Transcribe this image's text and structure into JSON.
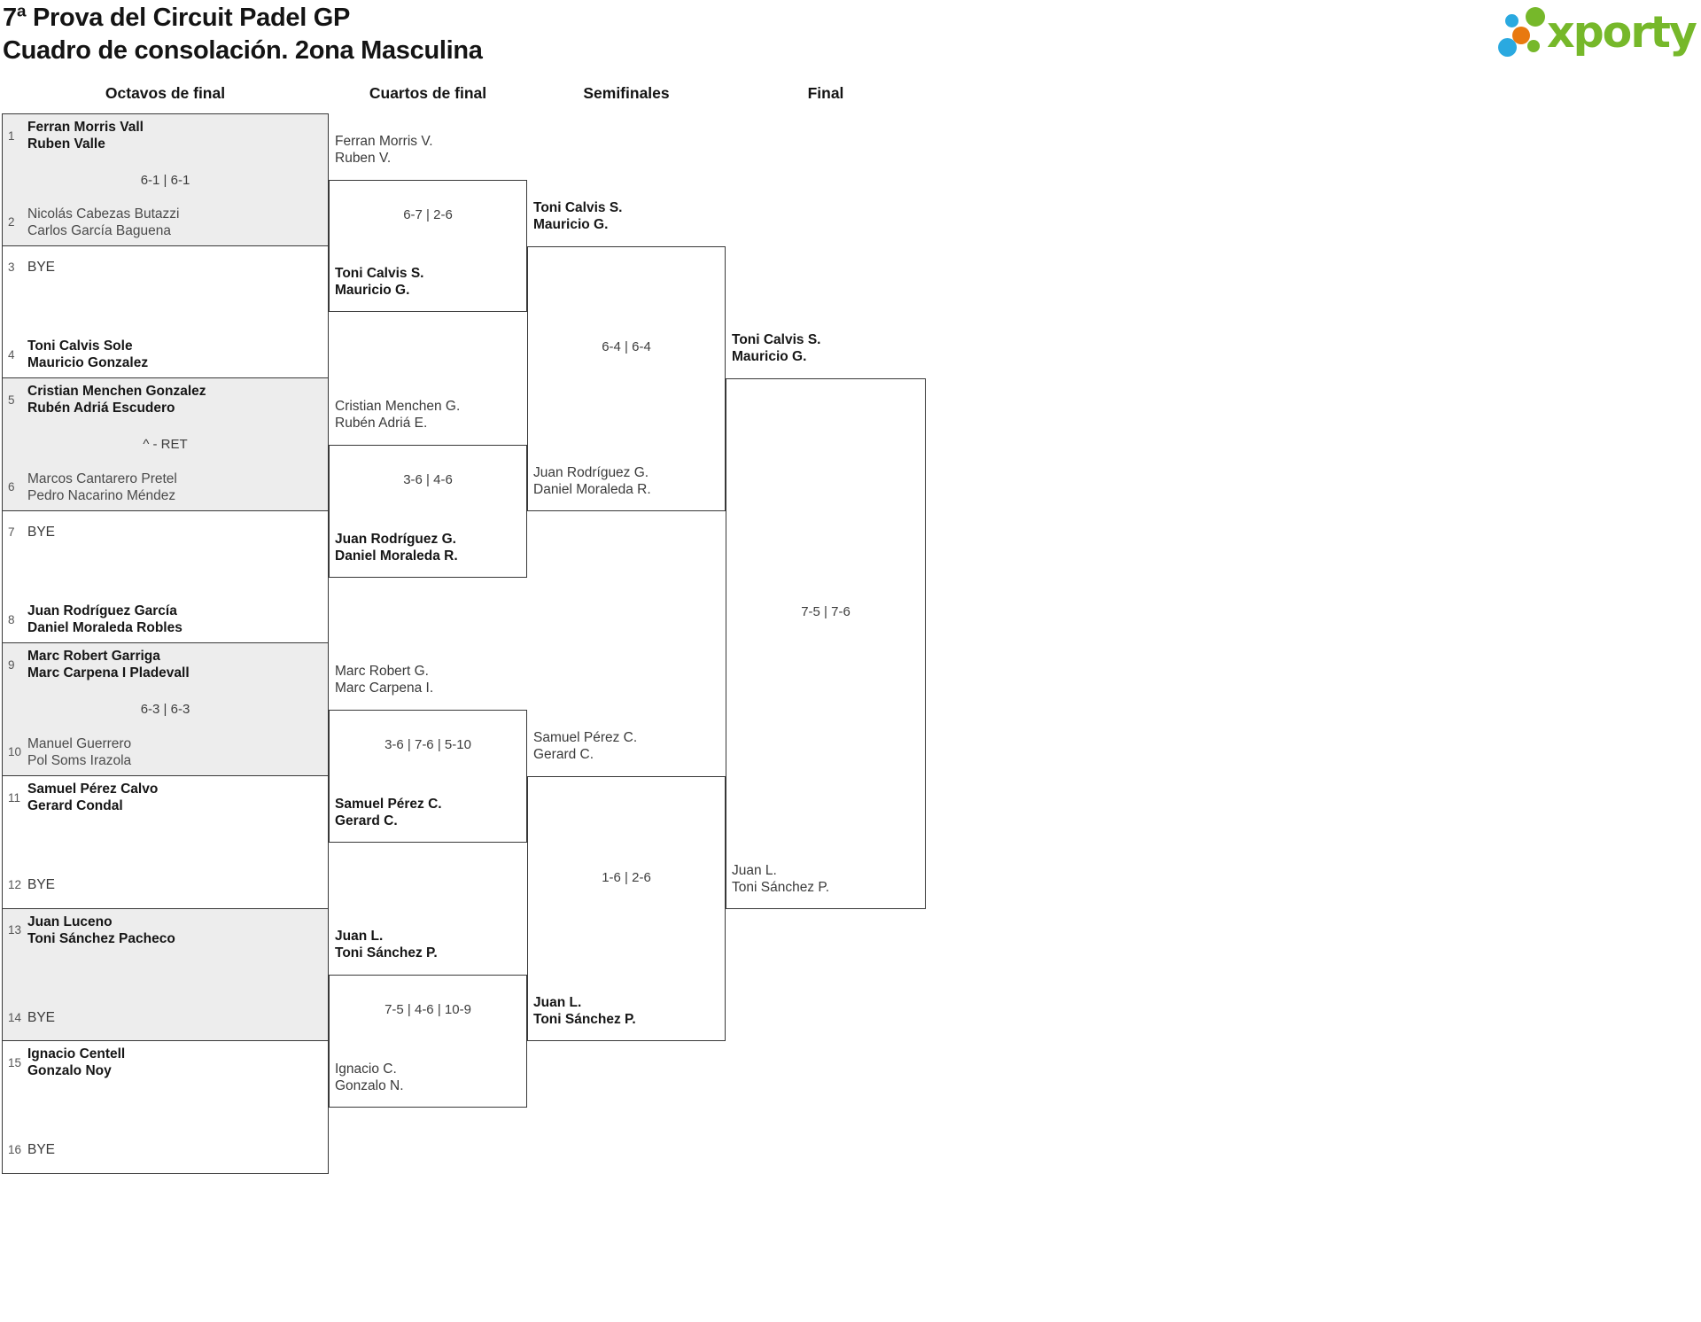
{
  "page": {
    "title_line1": "7ª Prova del Circuit Padel GP",
    "title_line2": "Cuadro de consolación. 2ona Masculina"
  },
  "logo": {
    "text": "xporty",
    "green": "#76b82a",
    "blue": "#2aa9e0",
    "orange": "#e8790f"
  },
  "round_headers": [
    "Octavos de final",
    "Cuartos de final",
    "Semifinales",
    "Final"
  ],
  "bracket": {
    "round16": [
      {
        "shaded": true,
        "score": "6-1 | 6-1",
        "top": {
          "seed": "1",
          "lines": [
            "Ferran Morris Vall",
            "Ruben Valle"
          ],
          "winner": true,
          "bye": false
        },
        "bottom": {
          "seed": "2",
          "lines": [
            "Nicolás Cabezas Butazzi",
            "Carlos García Baguena"
          ],
          "winner": false,
          "bye": false
        }
      },
      {
        "shaded": false,
        "score": "",
        "top": {
          "seed": "3",
          "lines": [
            "BYE"
          ],
          "winner": false,
          "bye": true
        },
        "bottom": {
          "seed": "4",
          "lines": [
            "Toni Calvis Sole",
            "Mauricio Gonzalez"
          ],
          "winner": true,
          "bye": false
        }
      },
      {
        "shaded": true,
        "score": "^ - RET",
        "top": {
          "seed": "5",
          "lines": [
            "Cristian Menchen Gonzalez",
            "Rubén Adriá Escudero"
          ],
          "winner": true,
          "bye": false
        },
        "bottom": {
          "seed": "6",
          "lines": [
            "Marcos Cantarero Pretel",
            "Pedro Nacarino Méndez"
          ],
          "winner": false,
          "bye": false
        }
      },
      {
        "shaded": false,
        "score": "",
        "top": {
          "seed": "7",
          "lines": [
            "BYE"
          ],
          "winner": false,
          "bye": true
        },
        "bottom": {
          "seed": "8",
          "lines": [
            "Juan Rodríguez García",
            "Daniel Moraleda Robles"
          ],
          "winner": true,
          "bye": false
        }
      },
      {
        "shaded": true,
        "score": "6-3 | 6-3",
        "top": {
          "seed": "9",
          "lines": [
            "Marc Robert Garriga",
            "Marc Carpena I Pladevall"
          ],
          "winner": true,
          "bye": false
        },
        "bottom": {
          "seed": "10",
          "lines": [
            "Manuel Guerrero",
            "Pol Soms Irazola"
          ],
          "winner": false,
          "bye": false
        }
      },
      {
        "shaded": false,
        "score": "",
        "top": {
          "seed": "11",
          "lines": [
            "Samuel Pérez Calvo",
            "Gerard Condal"
          ],
          "winner": true,
          "bye": false
        },
        "bottom": {
          "seed": "12",
          "lines": [
            "BYE"
          ],
          "winner": false,
          "bye": true
        }
      },
      {
        "shaded": true,
        "score": "",
        "top": {
          "seed": "13",
          "lines": [
            "Juan Luceno",
            "Toni Sánchez Pacheco"
          ],
          "winner": true,
          "bye": false
        },
        "bottom": {
          "seed": "14",
          "lines": [
            "BYE"
          ],
          "winner": false,
          "bye": true
        }
      },
      {
        "shaded": false,
        "score": "",
        "top": {
          "seed": "15",
          "lines": [
            "Ignacio Centell",
            "Gonzalo Noy"
          ],
          "winner": true,
          "bye": false
        },
        "bottom": {
          "seed": "16",
          "lines": [
            "BYE"
          ],
          "winner": false,
          "bye": true
        }
      }
    ],
    "quarterfinal_slots": [
      {
        "lines": [
          "Ferran Morris V.",
          "Ruben V."
        ],
        "winner": false
      },
      {
        "lines": [
          "Toni Calvis S.",
          "Mauricio G."
        ],
        "winner": true
      },
      {
        "lines": [
          "Cristian Menchen G.",
          "Rubén Adriá E."
        ],
        "winner": false
      },
      {
        "lines": [
          "Juan Rodríguez G.",
          "Daniel Moraleda R."
        ],
        "winner": true
      },
      {
        "lines": [
          "Marc Robert G.",
          "Marc Carpena I."
        ],
        "winner": false
      },
      {
        "lines": [
          "Samuel Pérez C.",
          "Gerard C."
        ],
        "winner": true
      },
      {
        "lines": [
          "Juan L.",
          "Toni Sánchez P."
        ],
        "winner": true
      },
      {
        "lines": [
          "Ignacio C.",
          "Gonzalo N."
        ],
        "winner": false
      }
    ],
    "quarterfinal_scores": [
      "6-7 | 2-6",
      "3-6 | 4-6",
      "3-6 | 7-6 | 5-10",
      "7-5 | 4-6 | 10-9"
    ],
    "semifinal_slots": [
      {
        "lines": [
          "Toni Calvis S.",
          "Mauricio G."
        ],
        "winner": true
      },
      {
        "lines": [
          "Juan Rodríguez G.",
          "Daniel Moraleda R."
        ],
        "winner": false
      },
      {
        "lines": [
          "Samuel Pérez C.",
          "Gerard C."
        ],
        "winner": false
      },
      {
        "lines": [
          "Juan L.",
          "Toni Sánchez P."
        ],
        "winner": true
      }
    ],
    "semifinal_scores": [
      "6-4 | 6-4",
      "1-6 | 2-6"
    ],
    "final_slots": [
      {
        "lines": [
          "Toni Calvis S.",
          "Mauricio G."
        ],
        "winner": true
      },
      {
        "lines": [
          "Juan L.",
          "Toni Sánchez P."
        ],
        "winner": false
      }
    ],
    "final_score": "7-5 | 7-6"
  }
}
